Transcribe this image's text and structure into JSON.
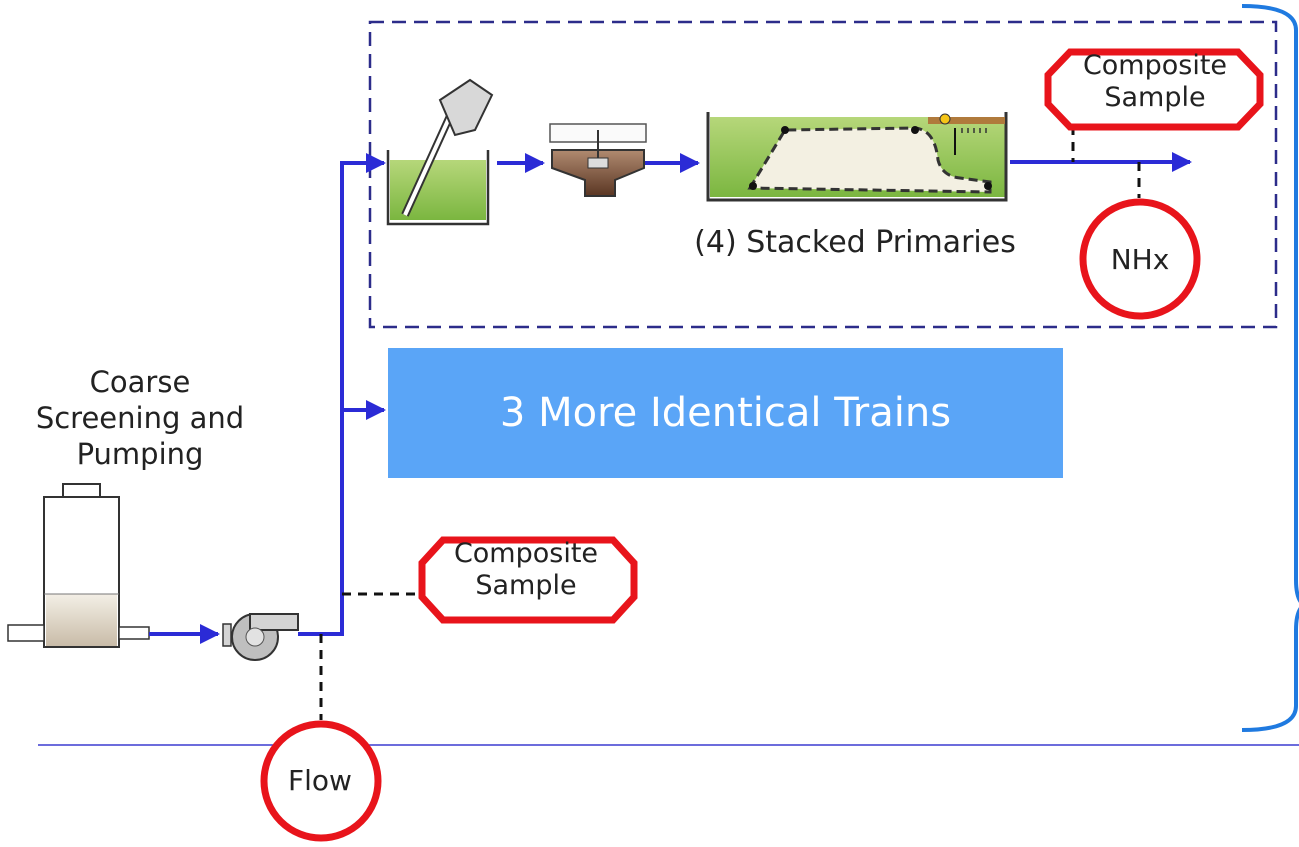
{
  "labels": {
    "coarse_screening": [
      "Coarse",
      "Screening and",
      "Pumping"
    ],
    "stacked_primaries": "(4) Stacked Primaries",
    "more_trains": "3 More Identical Trains"
  },
  "sample_points": {
    "composite_top": [
      "Composite",
      "Sample"
    ],
    "composite_bottom": [
      "Composite",
      "Sample"
    ],
    "nhx": "NHx",
    "flow": "Flow"
  },
  "colors": {
    "flow_line": "#2b2bd6",
    "sample_border": "#e8141b",
    "train_box": "#5aa5f7",
    "dashed_frame": "#2c2c8a",
    "bracket": "#1f7ae0",
    "divider": "#3b3bd0"
  }
}
